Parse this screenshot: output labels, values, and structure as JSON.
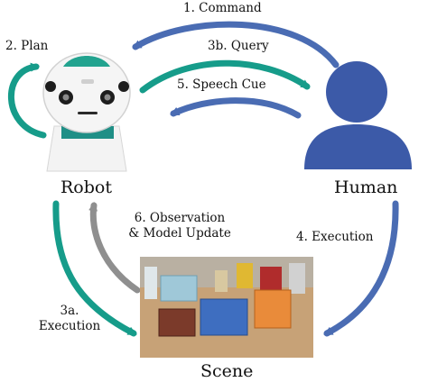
{
  "nodes": {
    "robot": "Robot",
    "human": "Human",
    "scene": "Scene"
  },
  "arrows": {
    "command": "1. Command",
    "plan": "2. Plan",
    "query": "3b. Query",
    "speech_cue": "5. Speech Cue",
    "observation_line1": "6. Observation",
    "observation_line2": "& Model Update",
    "execution_human": "4. Execution",
    "execution_robot_line1": "3a.",
    "execution_robot_line2": "Execution"
  },
  "colors": {
    "blue": "#4a6cb3",
    "teal": "#169c8a",
    "gray": "#8f8f8f",
    "human_blue": "#3c5aa8"
  },
  "icons": {
    "robot": "robot-head-icon",
    "human": "person-icon",
    "scene": "groceries-photo"
  }
}
